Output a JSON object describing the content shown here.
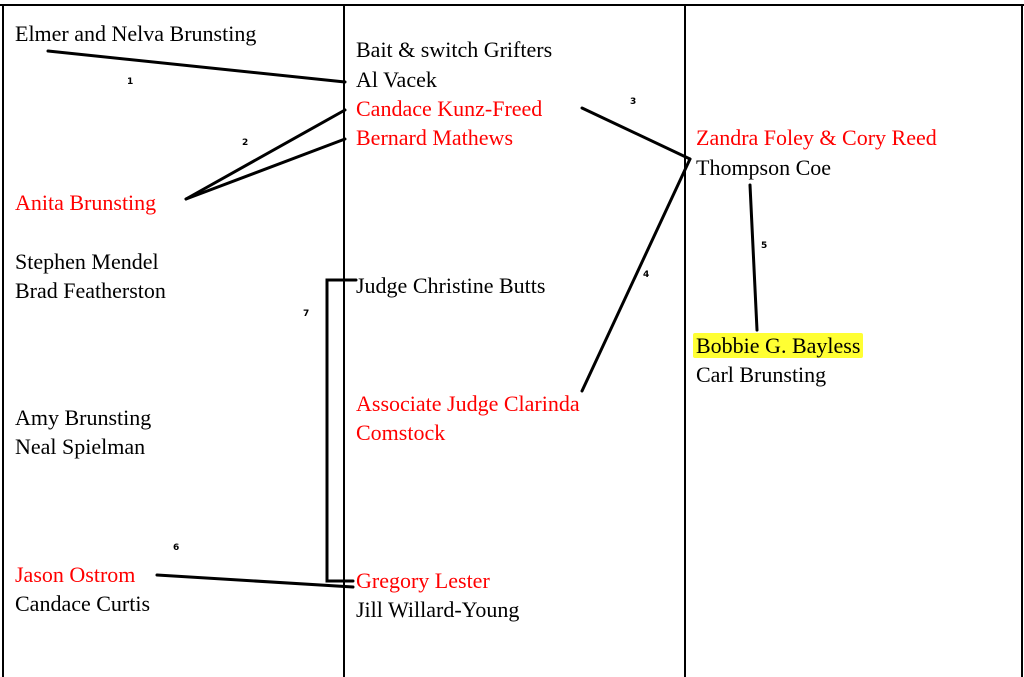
{
  "colors": {
    "highlight_red": "#ff0000",
    "normal": "#000000",
    "marker": "#ffff33"
  },
  "left": {
    "elmer_nelva": "Elmer and Nelva Brunsting",
    "anita": "Anita Brunsting",
    "stephen_mendel": "Stephen Mendel",
    "brad_featherston": "Brad Featherston",
    "amy_brunsting": "Amy Brunsting",
    "neal_spielman": "Neal Spielman",
    "jason_ostrom": "Jason Ostrom",
    "candace_curtis": "Candace Curtis"
  },
  "middle": {
    "bait_switch": "Bait & switch Grifters",
    "al_vacek": "Al Vacek",
    "candace_kunz": "Candace Kunz-Freed",
    "bernard_mathews": "Bernard Mathews",
    "judge_butts": "Judge Christine Butts",
    "assoc_judge_line1": "Associate Judge Clarinda",
    "assoc_judge_line2": "Comstock",
    "gregory_lester": "Gregory Lester",
    "jill_willard": "Jill Willard-Young"
  },
  "right": {
    "zandra_cory": "Zandra Foley & Cory Reed",
    "thompson_coe": "Thompson Coe",
    "bobbie_bayless": "Bobbie G. Bayless",
    "carl_brunsting": "Carl Brunsting"
  },
  "connector_numbers": [
    "1",
    "2",
    "3",
    "4",
    "5",
    "6",
    "7"
  ]
}
